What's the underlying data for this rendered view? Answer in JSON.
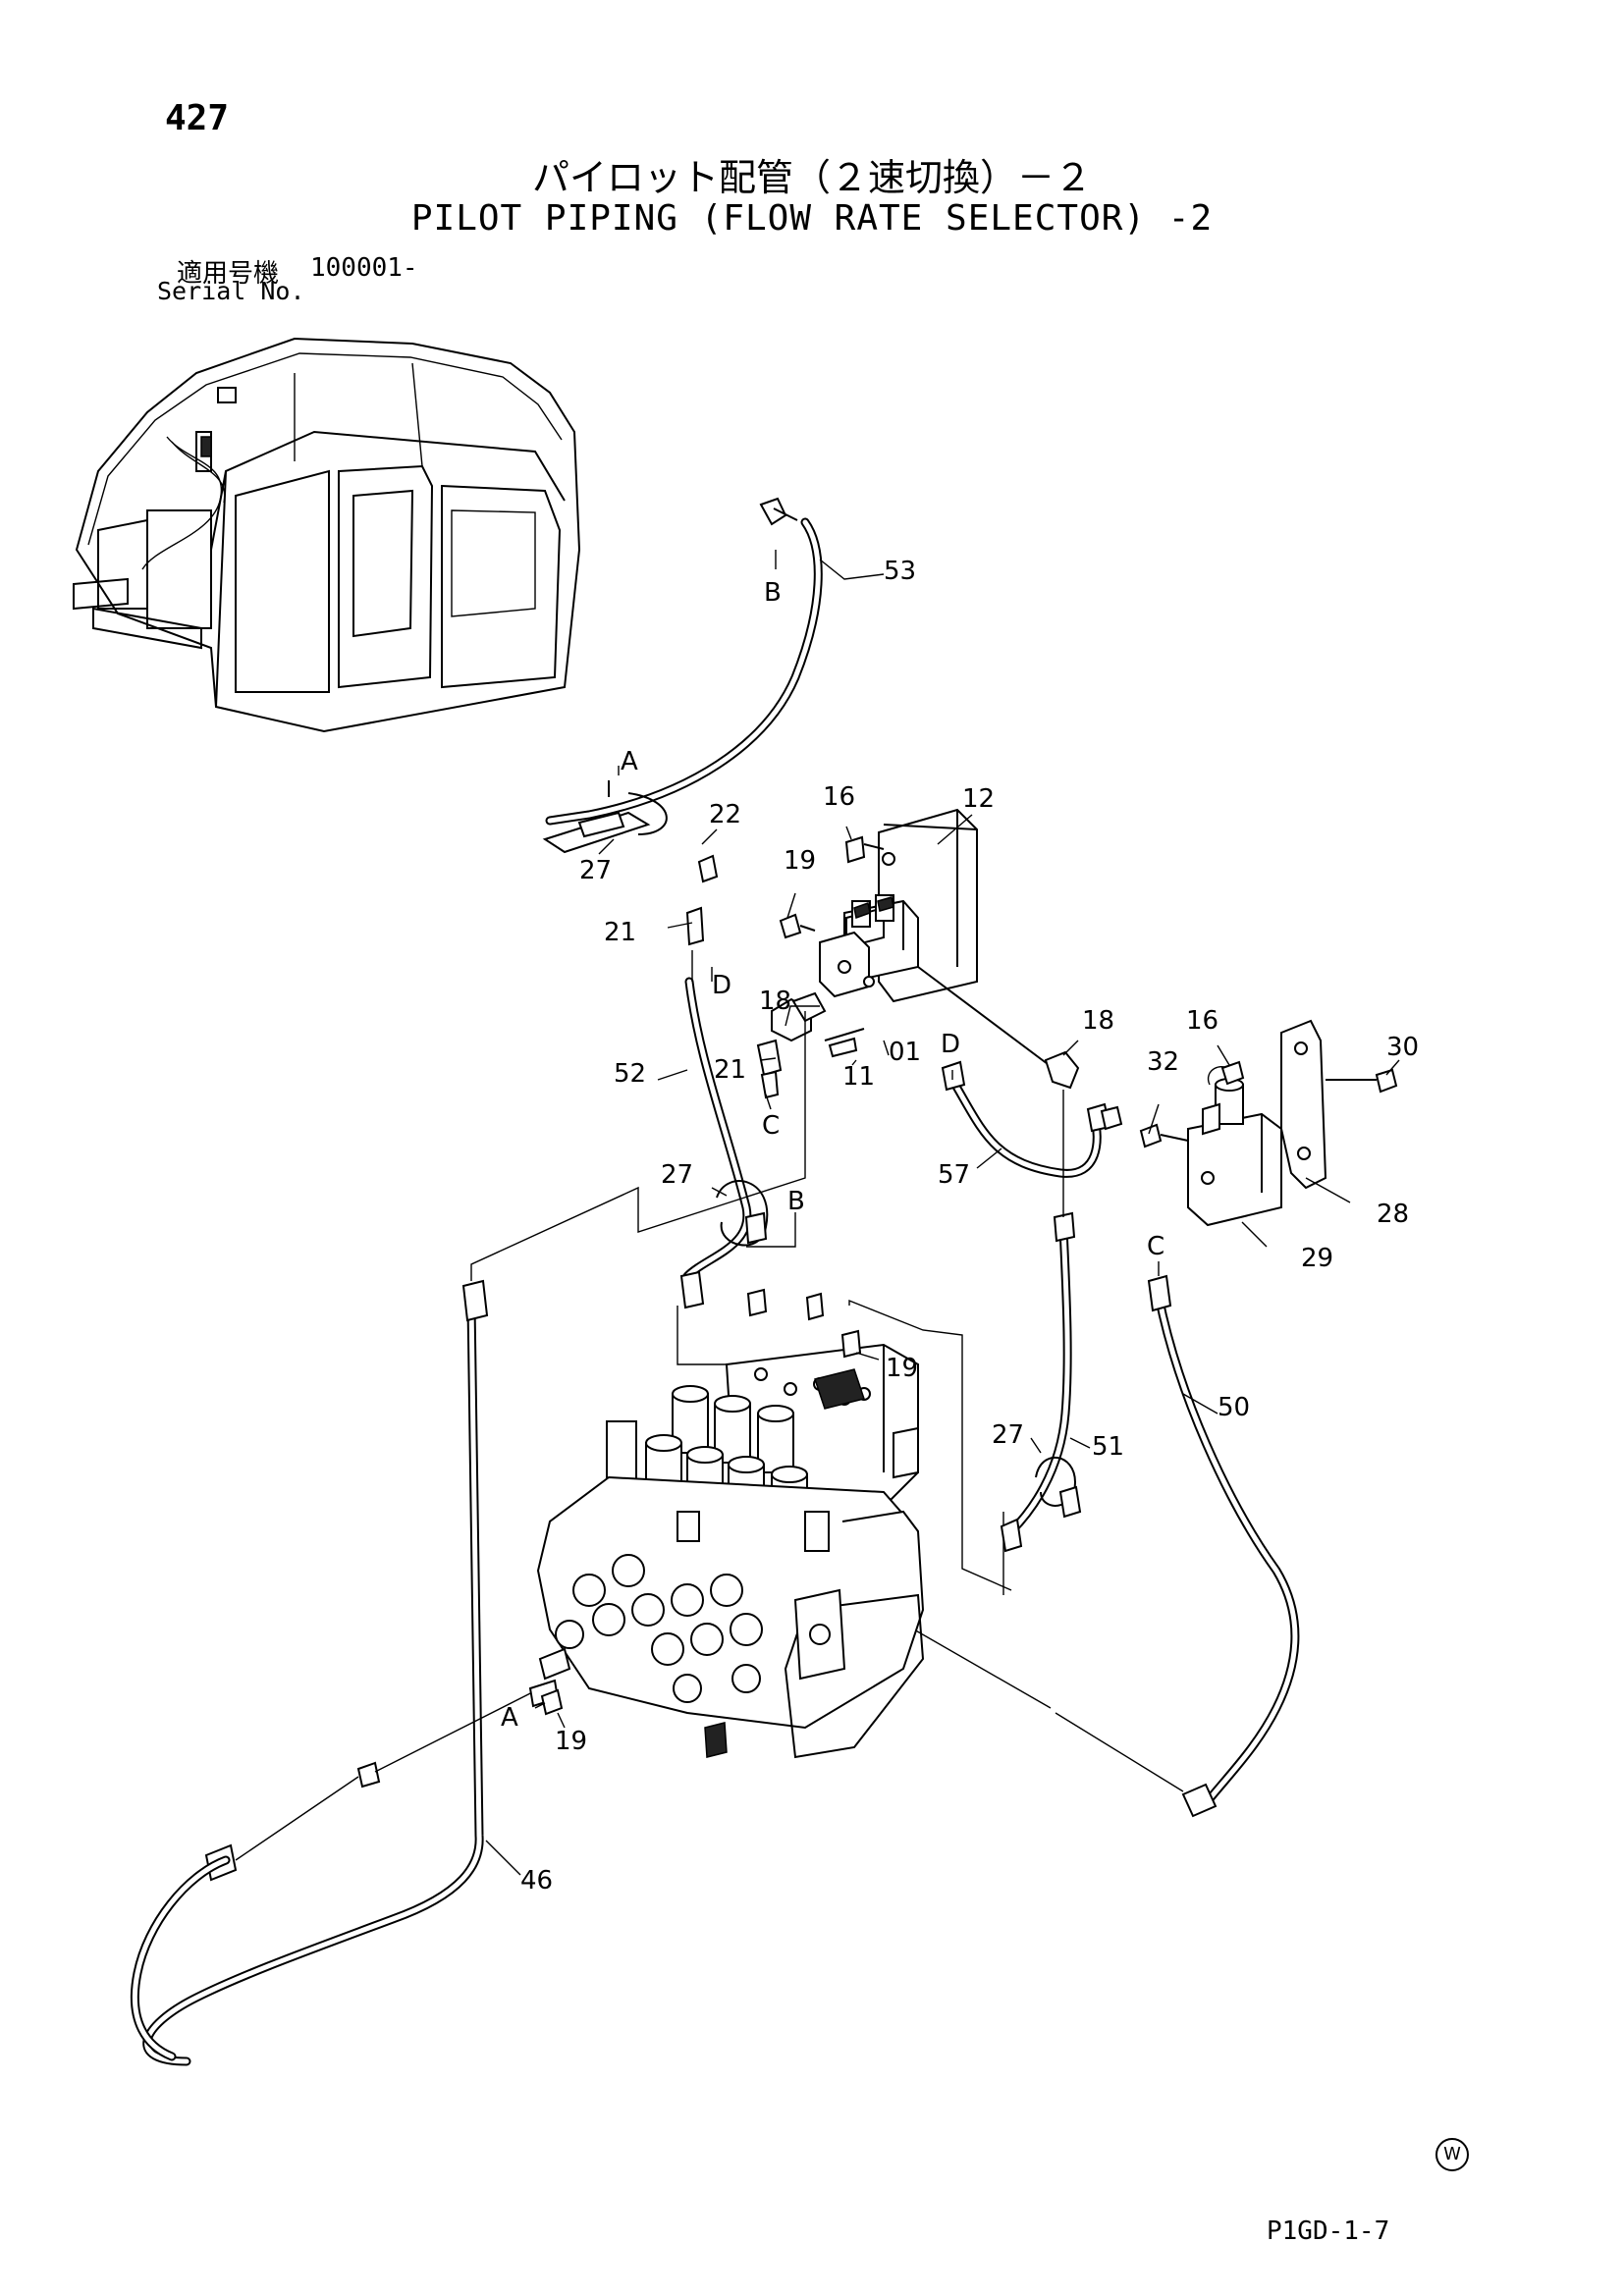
{
  "page": {
    "number": "427",
    "title_jp": "パイロット配管（２速切換）－２",
    "title_en": "PILOT PIPING (FLOW RATE SELECTOR) -2",
    "serial_label_jp": "適用号機",
    "serial_value": "100001-",
    "serial_label_en": "Serial No.",
    "watermark": "W",
    "drawing_code": "P1GD-1-7"
  },
  "callouts": {
    "c53": "53",
    "cB1": "B",
    "cA1": "A",
    "c27a": "27",
    "c22": "22",
    "c16a": "16",
    "c12": "12",
    "c19a": "19",
    "c21a": "21",
    "cD1": "D",
    "c18a": "18",
    "c21b": "21",
    "c11": "11",
    "c01": "01",
    "cC1": "C",
    "c52": "52",
    "c18b": "18",
    "c16b": "16",
    "c30": "30",
    "c32": "32",
    "cD2": "D",
    "c57": "57",
    "c28": "28",
    "c29": "29",
    "c27b": "27",
    "cB2": "B",
    "c19b": "19",
    "cC2": "C",
    "c50": "50",
    "c27c": "27",
    "c51": "51",
    "cA2": "A",
    "c19c": "19",
    "c46": "46"
  }
}
